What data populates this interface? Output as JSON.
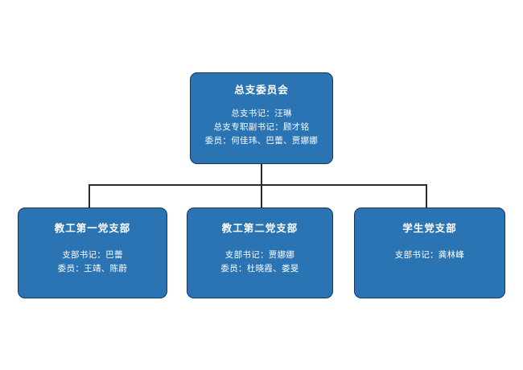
{
  "chart_data": {
    "type": "diagram",
    "diagram_type": "organization-chart",
    "title": "",
    "orientation": "top-down",
    "levels": 2,
    "node_count": 4,
    "colors": {
      "node_fill": "#2b74b4",
      "node_border": "#17365d",
      "node_text": "#ffffff",
      "connector": "#2b2b2b",
      "background": "#ffffff"
    },
    "nodes": [
      {
        "id": "root",
        "title": "总支委员会",
        "lines": [
          "总支书记：汪琳",
          "总支专职副书记：顾才铭",
          "委员：何佳玮、巴蕾、贾娜娜"
        ],
        "children": [
          "branch-1",
          "branch-2",
          "branch-3"
        ]
      },
      {
        "id": "branch-1",
        "title": "教工第一党支部",
        "lines": [
          "支部书记：巴蕾",
          "委员：王靖、陈蔚"
        ],
        "children": []
      },
      {
        "id": "branch-2",
        "title": "教工第二党支部",
        "lines": [
          "支部书记：贾娜娜",
          "委员：杜晓霞、娄旻"
        ],
        "children": []
      },
      {
        "id": "branch-3",
        "title": "学生党支部",
        "lines": [
          "支部书记：龚林峰"
        ],
        "children": []
      }
    ],
    "edges": [
      {
        "from": "root",
        "to": "branch-1"
      },
      {
        "from": "root",
        "to": "branch-2"
      },
      {
        "from": "root",
        "to": "branch-3"
      }
    ]
  }
}
